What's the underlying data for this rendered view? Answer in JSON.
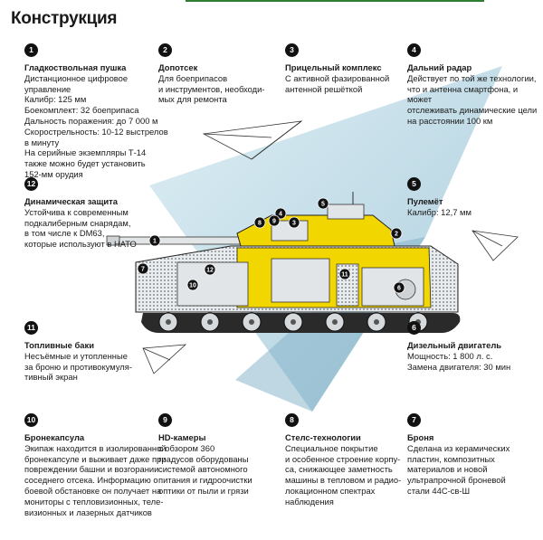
{
  "page": {
    "title": "Конструкция"
  },
  "callouts": [
    {
      "num": "1",
      "title": "Гладкоствольная пушка",
      "body": "Дистанционное цифровое\nуправление\nКалибр: 125 мм\nБоекомплект: 32 боеприпаса\nДальность поражения: до 7 000 м\nСкорострельность: 10-12 выстрелов\nв минуту\nНа серийные экземпляры Т-14\nтакже можно будет установить\n152-мм орудия"
    },
    {
      "num": "2",
      "title": "Допотсек",
      "body": "Для боеприпасов\nи инструментов, необходи-\nмых для ремонта"
    },
    {
      "num": "3",
      "title": "Прицельный комплекс",
      "body": "С активной фазированной\nантенной решёткой"
    },
    {
      "num": "4",
      "title": "Дальний радар",
      "body": "Действует по той же технологии,\nчто и антенна смартфона, и может\nотслеживать динамические цели\nна расстоянии 100 км"
    },
    {
      "num": "5",
      "title": "Пулемёт",
      "body": "Калибр: 12,7 мм"
    },
    {
      "num": "6",
      "title": "Дизельный двигатель",
      "body": "Мощность: 1 800 л. с.\nЗамена двигателя: 30 мин"
    },
    {
      "num": "7",
      "title": "Броня",
      "body": "Сделана из керамических\nпластин, композитных\nматериалов и новой\nультрапрочной броневой\nстали 44С-св-Ш"
    },
    {
      "num": "8",
      "title": "Стелс-технологии",
      "body": "Специальное покрытие\nи особенное строение корпу-\nса, снижающее заметность\nмашины в тепловом и радио-\nлокационном спектрах\nнаблюдения"
    },
    {
      "num": "9",
      "title": "HD-камеры",
      "body": "с обзором 360\nградусов оборудованы\nсистемой автономного\nпитания и гидроочистки\nоптики от пыли и грязи"
    },
    {
      "num": "10",
      "title": "Бронекапсула",
      "body": "Экипаж находится в изолированной\nбронекапсуле и выживает даже при\nповреждении башни и возгорании\nсоседнего отсека. Информацию о\nбоевой обстановке он получает на\nмониторы с тепловизионных, теле-\nвизионных и лазерных датчиков"
    },
    {
      "num": "11",
      "title": "Топливные баки",
      "body": "Несъёмные и утопленные\nза броню и противокумуля-\nтивный экран"
    },
    {
      "num": "12",
      "title": "Динамическая защита",
      "body": "Устойчива к современным\nподкалиберным снарядам,\nв том числе к DM63,\nкоторые используют в НАТО"
    }
  ],
  "markers": [
    "1",
    "2",
    "3",
    "4",
    "5",
    "6",
    "7",
    "8",
    "9",
    "10",
    "11",
    "12"
  ],
  "colors": {
    "accent": "#f2d600",
    "hull": "#c9cdd0",
    "dark": "#111111",
    "glass": "#bcd8e3",
    "line": "#2e7d32"
  }
}
